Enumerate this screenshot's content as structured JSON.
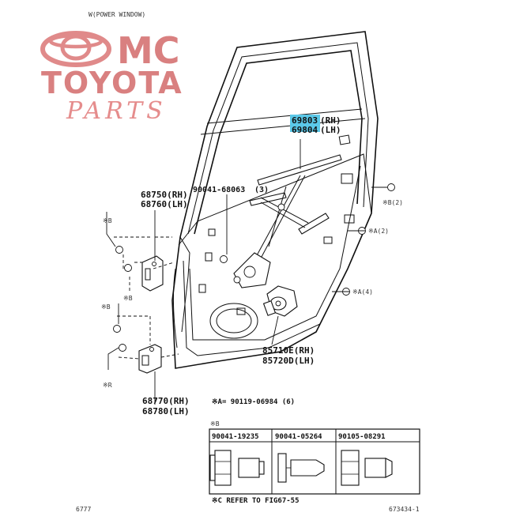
{
  "header": {
    "title": "W(POWER WINDOW)"
  },
  "watermark": {
    "line1": "MC",
    "line2": "TOYOTA",
    "line3": "PARTS"
  },
  "colors": {
    "watermark": "#d98080",
    "highlight": "#5bc8e8",
    "ink": "#111111"
  },
  "callouts": {
    "regulator_rh": "69803",
    "regulator_rh_side": "(RH)",
    "regulator_lh": "69804",
    "regulator_lh_side": "(LH)",
    "bolt": "90041-68063",
    "bolt_qty": "(3)",
    "upper_hinge_rh": "68750(RH)",
    "upper_hinge_lh": "68760(LH)",
    "motor_rh": "85710E(RH)",
    "motor_lh": "85720D(LH)",
    "lower_hinge_rh": "68770(RH)",
    "lower_hinge_lh": "68780(LH)",
    "note_a": "※A= 90119-06984 (6)"
  },
  "small_marks": {
    "b_top": "※B",
    "b_mid": "※B",
    "r_bottom": "※R",
    "b_side": "※B",
    "b_qty": "※B(2)",
    "a_qty_upper": "※A(2)",
    "a_qty_lower": "※A(4)"
  },
  "table": {
    "heading": "※B",
    "columns": [
      "90041-19235",
      "90041-05264",
      "90105-08291"
    ],
    "footer": "※C REFER TO FIG67-55"
  },
  "footer": {
    "left": "6777",
    "right": "673434-1"
  }
}
